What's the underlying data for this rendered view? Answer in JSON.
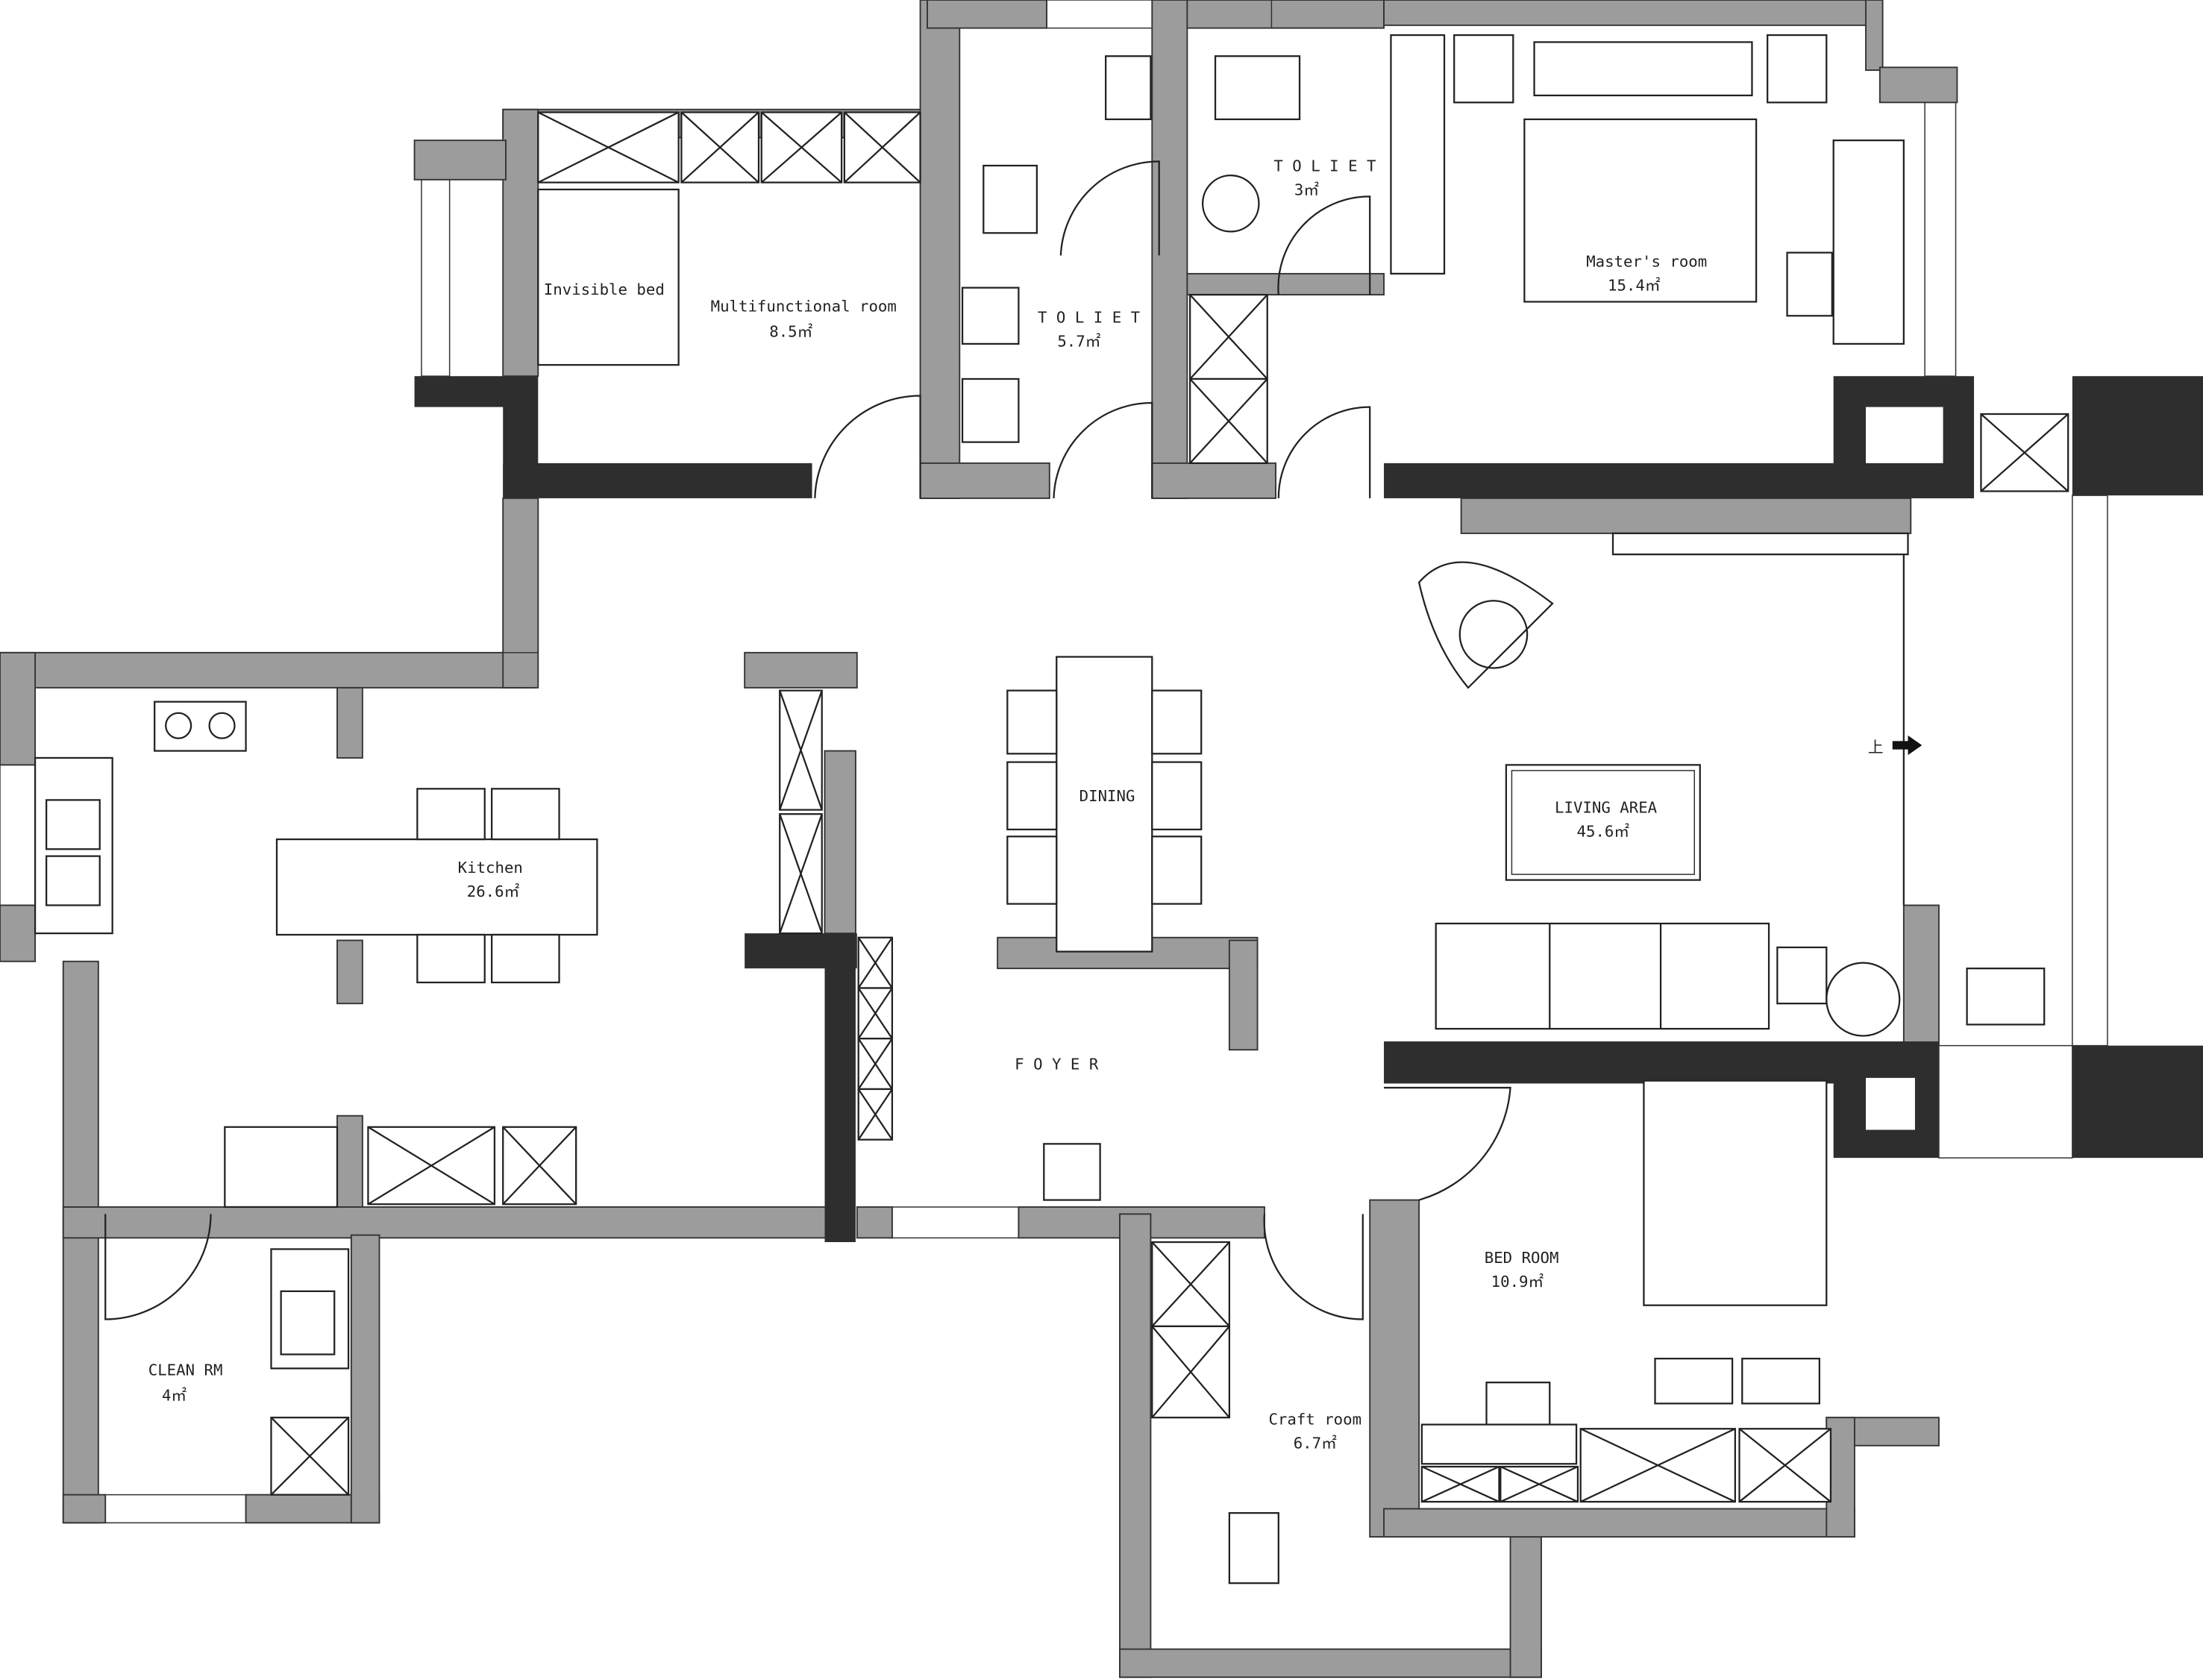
{
  "floor_plan": {
    "rooms": [
      {
        "id": "invisible-bed",
        "name": "Invisible bed",
        "area": ""
      },
      {
        "id": "multifunctional",
        "name": "Multifunctional room",
        "area": "8.5㎡"
      },
      {
        "id": "toilet-large",
        "name": "T O L I E T",
        "area": "5.7㎡"
      },
      {
        "id": "toilet-small",
        "name": "T O L I E T",
        "area": "3㎡"
      },
      {
        "id": "master",
        "name": "Master's room",
        "area": "15.4㎡"
      },
      {
        "id": "living",
        "name": "LIVING  AREA",
        "area": "45.6㎡"
      },
      {
        "id": "dining",
        "name": "DINING",
        "area": ""
      },
      {
        "id": "kitchen",
        "name": "Kitchen",
        "area": "26.6㎡"
      },
      {
        "id": "foyer",
        "name": "F O Y E R",
        "area": ""
      },
      {
        "id": "bedroom",
        "name": "BED  ROOM",
        "area": "10.9㎡"
      },
      {
        "id": "craft",
        "name": "Craft room",
        "area": "6.7㎡"
      },
      {
        "id": "clean",
        "name": "CLEAN RM",
        "area": "4㎡"
      }
    ],
    "stair_marker": "上",
    "colors": {
      "wall": "#9c9c9c",
      "pillar": "#2e2e2e",
      "line": "#222222"
    }
  }
}
